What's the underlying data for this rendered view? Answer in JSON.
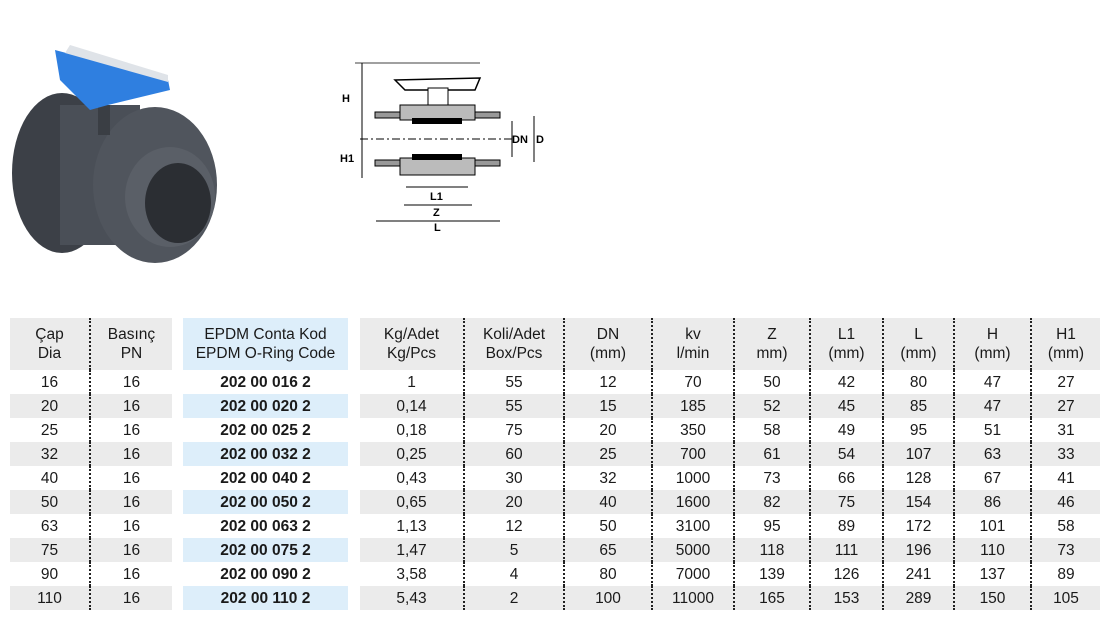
{
  "headers": [
    "Çap\nDia",
    "Basınç\nPN",
    "EPDM Conta Kod\nEPDM O-Ring Code",
    "Kg/Adet\nKg/Pcs",
    "Koli/Adet\nBox/Pcs",
    "DN\n(mm)",
    "kv\nl/min",
    "Z\nmm)",
    "L1\n(mm)",
    "L\n(mm)",
    "H\n(mm)",
    "H1\n(mm)"
  ],
  "rows": [
    [
      "16",
      "16",
      "202 00 016 2",
      "1",
      "55",
      "12",
      "70",
      "50",
      "42",
      "80",
      "47",
      "27"
    ],
    [
      "20",
      "16",
      "202 00 020 2",
      "0,14",
      "55",
      "15",
      "185",
      "52",
      "45",
      "85",
      "47",
      "27"
    ],
    [
      "25",
      "16",
      "202 00 025 2",
      "0,18",
      "75",
      "20",
      "350",
      "58",
      "49",
      "95",
      "51",
      "31"
    ],
    [
      "32",
      "16",
      "202 00 032 2",
      "0,25",
      "60",
      "25",
      "700",
      "61",
      "54",
      "107",
      "63",
      "33"
    ],
    [
      "40",
      "16",
      "202 00 040 2",
      "0,43",
      "30",
      "32",
      "1000",
      "73",
      "66",
      "128",
      "67",
      "41"
    ],
    [
      "50",
      "16",
      "202 00 050 2",
      "0,65",
      "20",
      "40",
      "1600",
      "82",
      "75",
      "154",
      "86",
      "46"
    ],
    [
      "63",
      "16",
      "202 00 063 2",
      "1,13",
      "12",
      "50",
      "3100",
      "95",
      "89",
      "172",
      "101",
      "58"
    ],
    [
      "75",
      "16",
      "202 00 075 2",
      "1,47",
      "5",
      "65",
      "5000",
      "118",
      "111",
      "196",
      "110",
      "73"
    ],
    [
      "90",
      "16",
      "202 00 090 2",
      "3,58",
      "4",
      "80",
      "7000",
      "139",
      "126",
      "241",
      "137",
      "89"
    ],
    [
      "110",
      "16",
      "202 00 110 2",
      "5,43",
      "2",
      "100",
      "11000",
      "165",
      "153",
      "289",
      "150",
      "105"
    ]
  ],
  "diagram": {
    "H": "H",
    "H1": "H1",
    "DN": "DN",
    "D": "D",
    "L1": "L1",
    "Z": "Z",
    "L": "L"
  },
  "colors": {
    "header_bg": "#ebebeb",
    "code_bg": "#ddeefa",
    "handle_blue": "#2f7fe0",
    "pvc_grey": "#4a4f57"
  }
}
